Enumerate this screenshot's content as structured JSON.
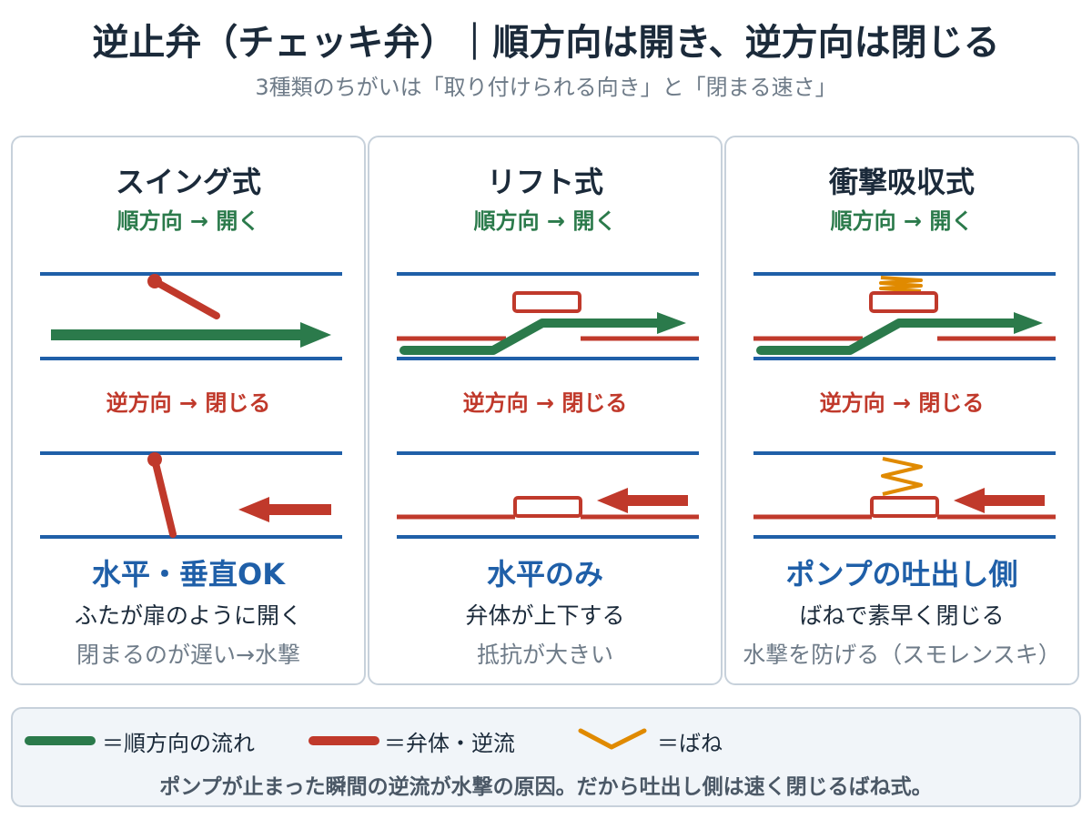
{
  "header": {
    "title": "逆止弁（チェッキ弁）｜順方向は開き、逆方向は閉じる",
    "subtitle": "3種類のちがいは「取り付けられる向き」と「閉まる速さ」"
  },
  "panels": [
    {
      "title": "スイング式",
      "forward_label": "順方向 → 開く",
      "reverse_label": "逆方向 → 閉じる",
      "orientation": "水平・垂直OK",
      "desc1": "ふたが扉のように開く",
      "desc2": "閉まるのが遅い→水撃"
    },
    {
      "title": "リフト式",
      "forward_label": "順方向 → 開く",
      "reverse_label": "逆方向 → 閉じる",
      "orientation": "水平のみ",
      "desc1": "弁体が上下する",
      "desc2": "抵抗が大きい"
    },
    {
      "title": "衝撃吸収式",
      "forward_label": "順方向 → 開く",
      "reverse_label": "逆方向 → 閉じる",
      "orientation": "ポンプの吐出し側",
      "desc1": "ばねで素早く閉じる",
      "desc2": "水撃を防げる（スモレンスキ）"
    }
  ],
  "legend": {
    "forward_flow": "＝順方向の流れ",
    "valve_reverse": "＝弁体・逆流",
    "spring": "＝ばね",
    "note": "ポンプが止まった瞬間の逆流が水撃の原因。だから吐出し側は速く閉じるばね式。"
  },
  "colors": {
    "pipe": "#1f5fa8",
    "forward": "#2b7a4b",
    "reverse": "#c0392b",
    "spring": "#e08a00"
  },
  "icons": [
    "arrow-right-icon",
    "arrow-left-icon",
    "spring-icon",
    "hinge-icon"
  ]
}
